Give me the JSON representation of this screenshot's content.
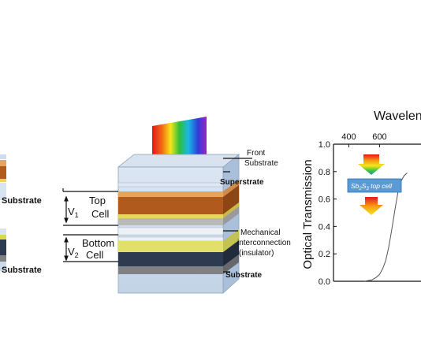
{
  "left_panel": {
    "substrate_top": "Substrate",
    "substrate_bottom": "Substrate"
  },
  "stack": {
    "front_substrate": [
      "Front",
      "Substrate"
    ],
    "superstrate": "Superstrate",
    "v1_letter": "V",
    "v1_sub": "1",
    "top_cell": [
      "Top",
      "Cell"
    ],
    "v2_letter": "V",
    "v2_sub": "2",
    "bottom_cell": [
      "Bottom",
      "Cell"
    ],
    "mechanical": [
      "Mechanical",
      "interconnection",
      "(insulator)"
    ],
    "substrate": "Substrate"
  },
  "chart_data": {
    "type": "line",
    "title": "Wavelen",
    "ylabel": "Optical Transmission",
    "x_ticks": [
      400,
      600
    ],
    "y_ticks": [
      "0.0",
      "0.2",
      "0.4",
      "0.6",
      "0.8",
      "1.0"
    ],
    "xlim": [
      300,
      870
    ],
    "ylim": [
      0,
      1.0
    ],
    "inset_pre": "Sb",
    "inset_sub1": "2",
    "inset_mid": "S",
    "inset_sub2": "3",
    "inset_post": " top cell",
    "series": [
      {
        "x": [
          500,
          550,
          580,
          600,
          620,
          640,
          660,
          680,
          700,
          720,
          740,
          760,
          780
        ],
        "y": [
          0.0,
          0.01,
          0.03,
          0.05,
          0.09,
          0.15,
          0.25,
          0.38,
          0.52,
          0.65,
          0.73,
          0.77,
          0.79
        ]
      }
    ]
  }
}
